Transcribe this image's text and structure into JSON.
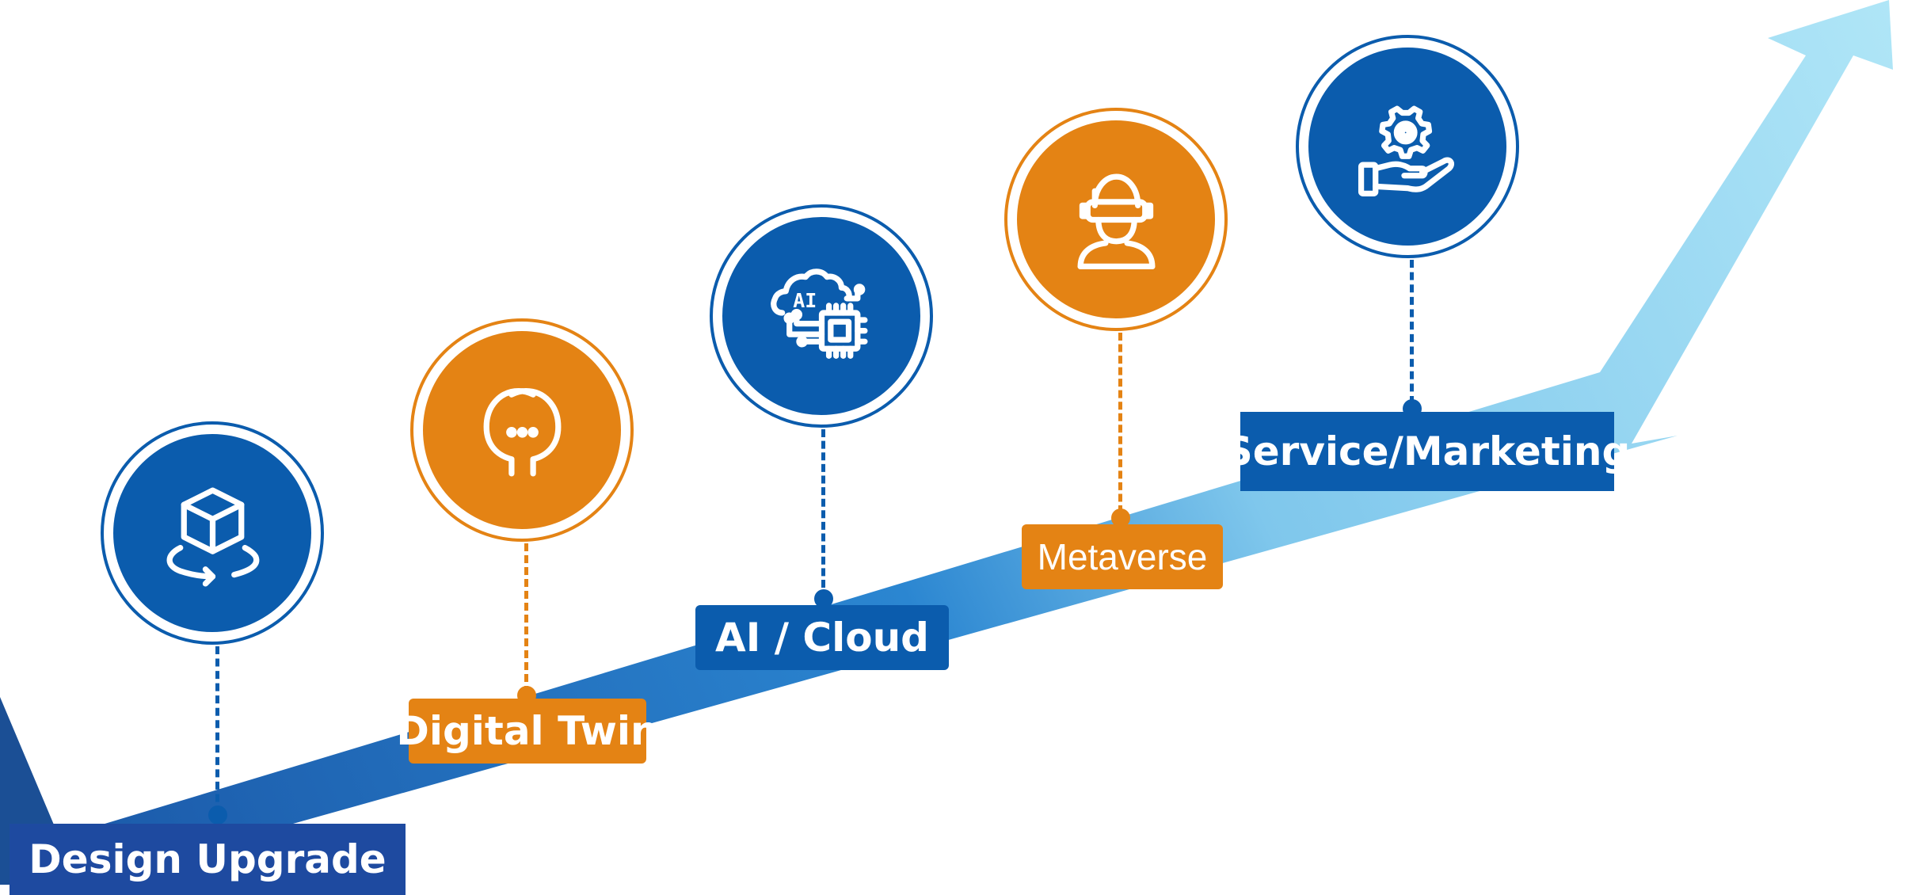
{
  "colors": {
    "blue": "#0b5cad",
    "orange": "#e48314",
    "navy": "#1e4aa0",
    "arrow_light": "#a8e2f5",
    "arrow_dark": "#1958a8"
  },
  "milestones": [
    {
      "label": "Design Upgrade",
      "icon": "cube-rotate-icon",
      "color": "blue"
    },
    {
      "label": "Digital Twin",
      "icon": "twin-heads-icon",
      "color": "orange"
    },
    {
      "label": "AI / Cloud",
      "icon": "ai-cloud-chip-icon",
      "color": "blue"
    },
    {
      "label": "Metaverse",
      "icon": "vr-headset-person-icon",
      "color": "orange"
    },
    {
      "label": "Service/Marketing",
      "icon": "hand-gear-icon",
      "color": "blue"
    }
  ],
  "icon_texts": {
    "ai": "AI"
  }
}
